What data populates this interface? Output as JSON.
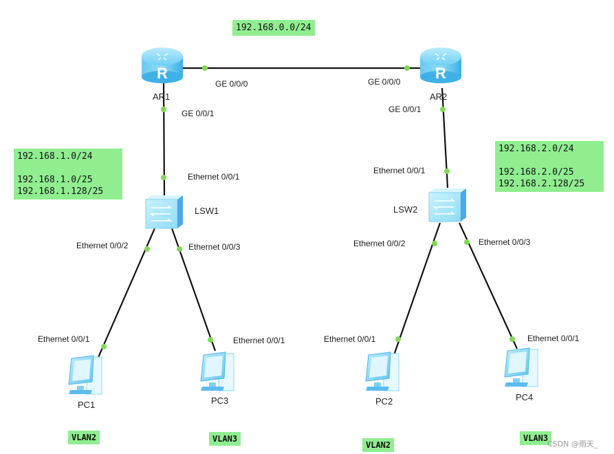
{
  "networks": {
    "wan": "192.168.0.0/24",
    "lan1": "192.168.1.0/24\n\n192.168.1.0/25\n192.168.1.128/25",
    "lan2": "192.168.2.0/24\n\n192.168.2.0/25\n192.168.2.128/25"
  },
  "devices": {
    "ar1": "AR1",
    "ar2": "AR2",
    "lsw1": "LSW1",
    "lsw2": "LSW2",
    "pc1": "PC1",
    "pc2": "PC2",
    "pc3": "PC3",
    "pc4": "PC4"
  },
  "ports": {
    "ar1_ge000": "GE 0/0/0",
    "ar2_ge000": "GE 0/0/0",
    "ar1_ge001": "GE 0/0/1",
    "ar2_ge001": "GE 0/0/1",
    "lsw1_e001": "Ethernet 0/0/1",
    "lsw1_e002": "Ethernet 0/0/2",
    "lsw1_e003": "Ethernet 0/0/3",
    "lsw2_e001": "Ethernet 0/0/1",
    "lsw2_e002": "Ethernet 0/0/2",
    "lsw2_e003": "Ethernet 0/0/3",
    "pc1_e001": "Ethernet 0/0/1",
    "pc3_e001": "Ethernet 0/0/1",
    "pc2_e001": "Ethernet 0/0/1",
    "pc4_e001": "Ethernet 0/0/1"
  },
  "vlans": {
    "pc1": "VLAN2",
    "pc3": "VLAN3",
    "pc2": "VLAN2",
    "pc4": "VLAN3"
  },
  "watermark": "CSDN @雨天_",
  "colors": {
    "link": "#111111",
    "port_dot": "#7ed957",
    "note_bg": "#90ee90",
    "device_blue": "#5ec8f2"
  }
}
